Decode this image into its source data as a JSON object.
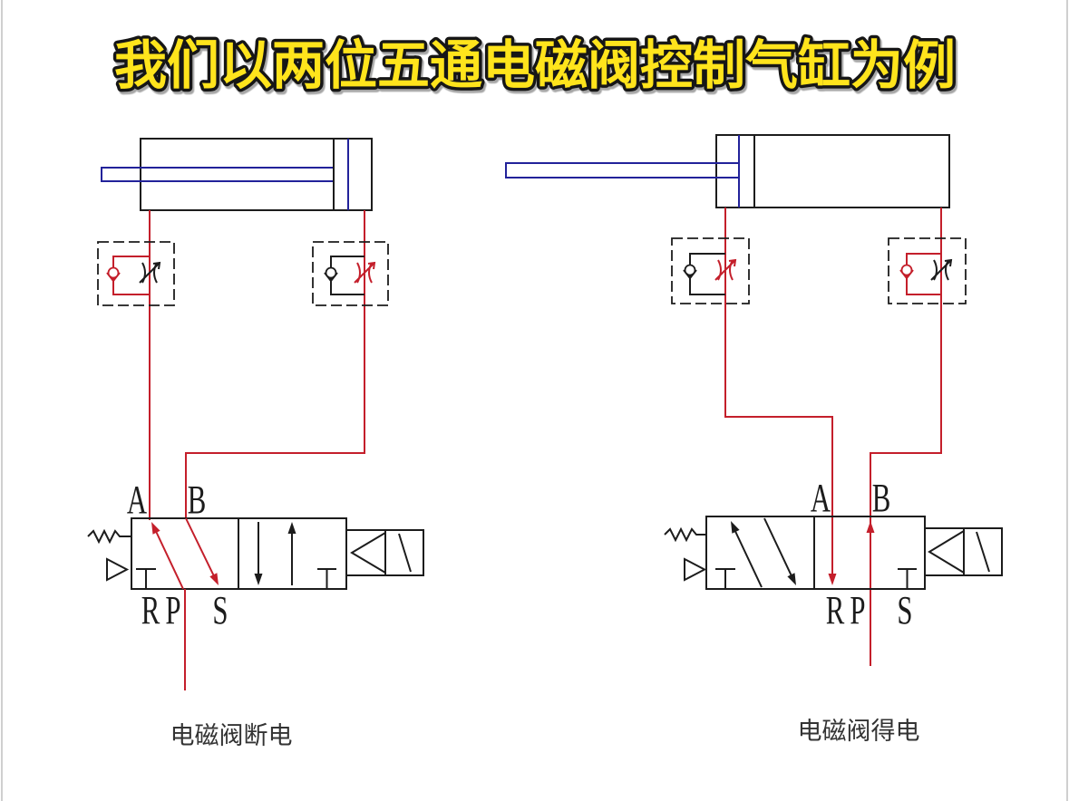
{
  "title": "我们以两位五通电磁阀控制气缸为例",
  "diagrams": [
    {
      "caption": "电磁阀断电",
      "ports": {
        "a": "A",
        "b": "B",
        "r": "R",
        "p": "P",
        "s": "S"
      }
    },
    {
      "caption": "电磁阀得电",
      "ports": {
        "a": "A",
        "b": "B",
        "r": "R",
        "p": "P",
        "s": "S"
      }
    }
  ],
  "colors": {
    "background": "#ffffff",
    "title_fill": "#FFE41F",
    "title_outline": "#151515",
    "line": "#1c1c1c",
    "flow": "#C41F2B",
    "rod": "#22229A",
    "caption": "#333333"
  }
}
